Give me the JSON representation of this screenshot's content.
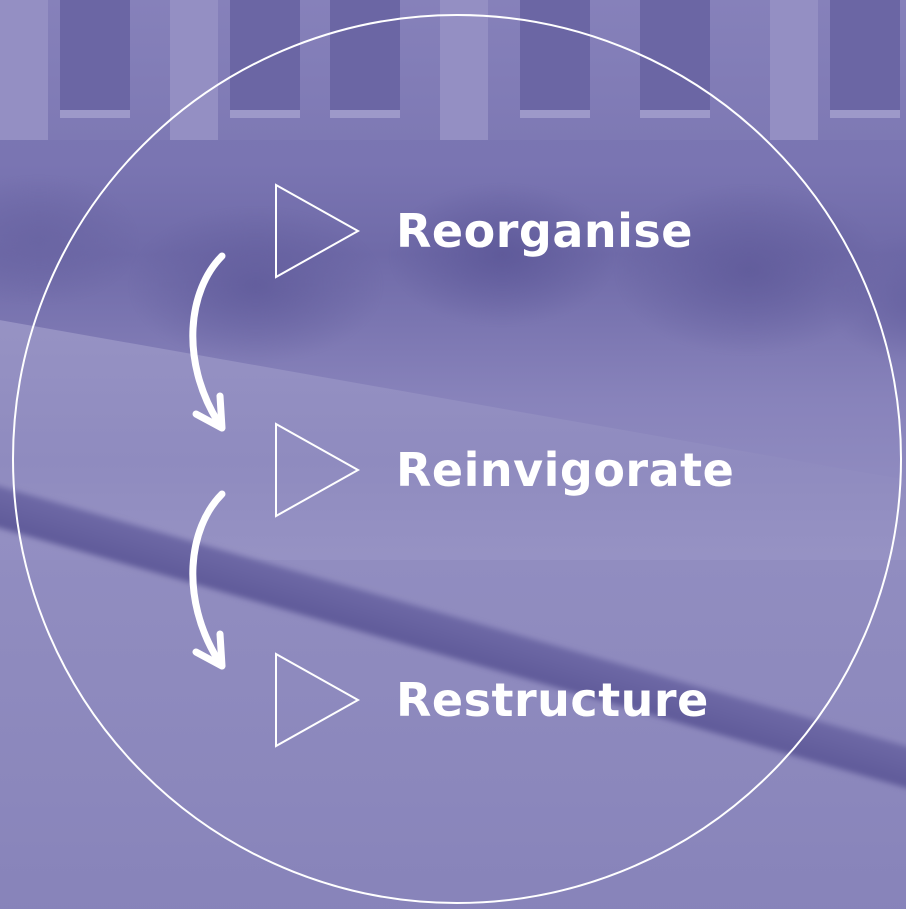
{
  "diagram": {
    "steps": [
      {
        "label": "Reorganise",
        "icon": "triangle-outline-icon"
      },
      {
        "label": "Reinvigorate",
        "icon": "triangle-outline-icon"
      },
      {
        "label": "Restructure",
        "icon": "triangle-outline-icon"
      }
    ],
    "connectors": [
      "curved-arrow-down-icon",
      "curved-arrow-down-icon"
    ],
    "colors": {
      "tint": "#8a86bd",
      "line": "#ffffff",
      "text": "#ffffff"
    }
  }
}
